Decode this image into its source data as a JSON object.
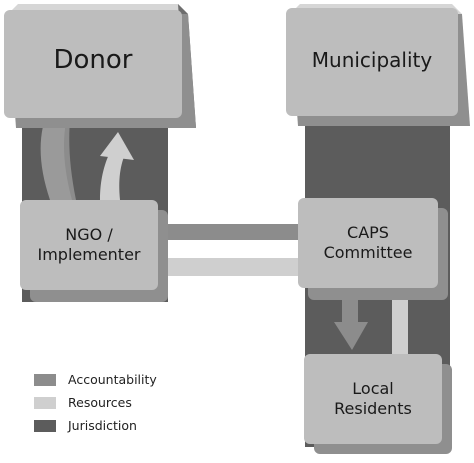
{
  "nodes": {
    "donor": {
      "lines": [
        "Donor"
      ]
    },
    "municipality": {
      "lines": [
        "Municipality"
      ]
    },
    "ngo": {
      "lines": [
        "NGO /",
        "Implementer"
      ]
    },
    "caps": {
      "lines": [
        "CAPS",
        "Committee"
      ]
    },
    "residents": {
      "lines": [
        "Local",
        "Residents"
      ]
    }
  },
  "legend": [
    {
      "label": "Accountability",
      "color": "#8c8c8c"
    },
    {
      "label": "Resources",
      "color": "#cfcfcf"
    },
    {
      "label": "Jurisdiction",
      "color": "#5c5c5c"
    }
  ],
  "colors": {
    "box_face": "#bdbdbd",
    "box_top": "#d6d6d6",
    "box_side": "#6e6e6e",
    "shadow": "#8f8f8f",
    "jurisdiction": "#5c5c5c",
    "accountability": "#8c8c8c",
    "resources": "#cfcfcf"
  }
}
